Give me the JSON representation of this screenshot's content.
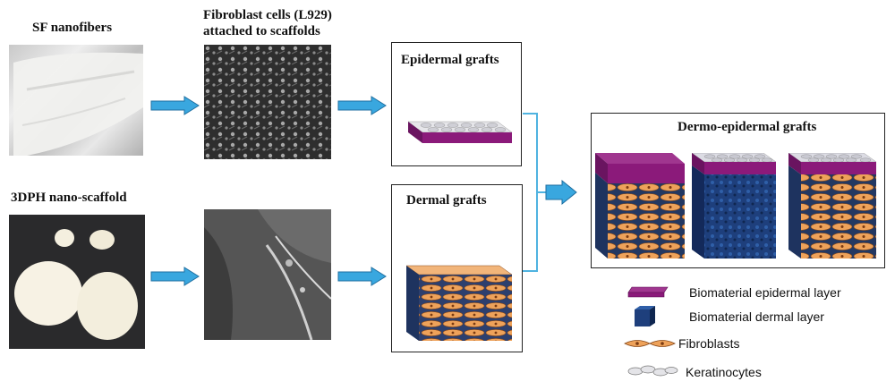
{
  "labels": {
    "sf_nanofibers": "SF nanofibers",
    "fibroblast_line1": "Fibroblast cells (L929)",
    "fibroblast_line2": "attached to scaffolds",
    "dph": "3DPH nano-scaffold",
    "epidermal": "Epidermal grafts",
    "dermal": "Dermal grafts",
    "dermo_epidermal": "Dermo-epidermal grafts"
  },
  "legend": [
    {
      "label": "Biomaterial epidermal layer",
      "icon": "purple-layer-icon",
      "color": "#8b1a7a"
    },
    {
      "label": "Biomaterial dermal layer",
      "icon": "blue-cube-icon",
      "color": "#1b3a73"
    },
    {
      "label": "Fibroblasts",
      "icon": "fibroblast-icon",
      "color": "#e8913a"
    },
    {
      "label": "Keratinocytes",
      "icon": "keratinocyte-icon",
      "color": "#c8c8c8"
    }
  ],
  "colors": {
    "arrow": "#39a7df",
    "connector": "#4fb3e0",
    "epidermal": "#8b1a7a",
    "dermal": "#1b3a73",
    "fibroblast": "#e8913a"
  }
}
